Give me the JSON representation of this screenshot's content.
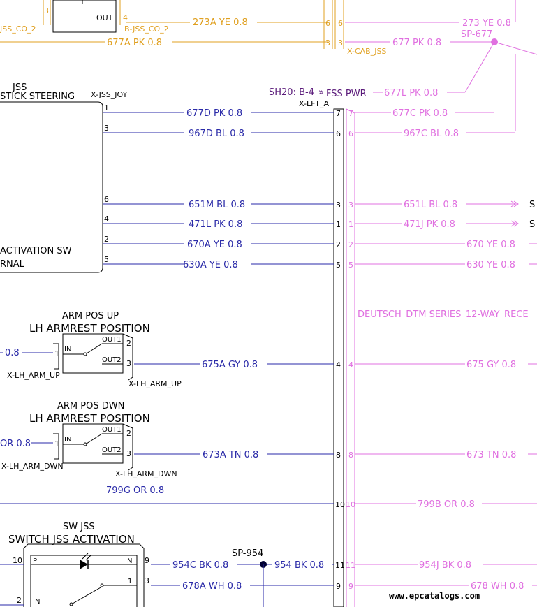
{
  "colors": {
    "blue_wire": "#2a2aa8",
    "pink_wire": "#e070e0",
    "orange_wire": "#e0a020",
    "black": "#000000",
    "sheet_ref": "#5a1a7a"
  },
  "top": {
    "pin_left_3": "3",
    "out_label": "OUT",
    "pin_4": "4",
    "jss_co_2": "JSS_CO_2",
    "b_jss_co_2": "B-JSS_CO_2",
    "wire_273A": "273A  YE  0.8",
    "wire_677A": "677A  PK  0.8",
    "cab_pin_6a": "6",
    "cab_pin_6b": "6",
    "cab_pin_3a": "3",
    "cab_pin_3b": "3",
    "x_cab_jss": "X-CAB_JSS",
    "wire_677_pk": "677  PK  0.8",
    "wire_273_ye": "273  YE  0.8",
    "sp_677": "SP-677"
  },
  "jss_block": {
    "title_line1": "JSS",
    "title_line2": "STICK STEERING",
    "connector": "X-JSS_JOY",
    "activation_line1": "ACTIVATION SW",
    "activation_line2": "RNAL"
  },
  "sheet_ref": {
    "label": "SH20: B-4",
    "arrow": "»",
    "fss_pwr": "FSS PWR"
  },
  "connector_lft": {
    "name": "X-LFT_A",
    "deutsch_label": "DEUTSCH_DTM SERIES_12-WAY_RECE"
  },
  "wires": [
    {
      "jss_pin": "1",
      "blue": "677D  PK  0.8",
      "lft_pin": "7",
      "pink_pin": "7",
      "pink": "677C  PK  0.8"
    },
    {
      "jss_pin": "3",
      "blue": "967D  BL  0.8",
      "lft_pin": "6",
      "pink_pin": "6",
      "pink": "967C  BL  0.8"
    },
    {
      "jss_pin": "6",
      "blue": "651M  BL  0.8",
      "lft_pin": "3",
      "pink_pin": "3",
      "pink": "651L  BL  0.8",
      "dest": "S"
    },
    {
      "jss_pin": "4",
      "blue": "471L  PK  0.8",
      "lft_pin": "1",
      "pink_pin": "1",
      "pink": "471J  PK  0.8",
      "dest": "S"
    },
    {
      "jss_pin": "2",
      "blue": "670A  YE  0.8",
      "lft_pin": "2",
      "pink_pin": "2",
      "pink": "670  YE  0.8"
    },
    {
      "jss_pin": "5",
      "blue": "630A  YE  0.8",
      "lft_pin": "5",
      "pink_pin": "5",
      "pink": "630  YE  0.8"
    }
  ],
  "wire_677L": "677L  PK  0.8",
  "arm_up": {
    "label1": "ARM  POS  UP",
    "label2": "LH ARMREST POSITION",
    "left_wire": "0.8",
    "pin_in": "1",
    "in_label": "IN",
    "out1": "OUT1",
    "out2": "OUT2",
    "pin2": "2",
    "pin3": "3",
    "conn_left": "X-LH_ARM_UP",
    "conn_right": "X-LH_ARM_UP",
    "wire": "675A  GY  0.8",
    "lft_pin": "4",
    "pink_pin": "4",
    "pink": "675  GY  0.8"
  },
  "arm_dwn": {
    "label1": "ARM  POS  DWN",
    "label2": "LH ARMREST POSITION",
    "left_wire": "OR  0.8",
    "pin_in": "1",
    "in_label": "IN",
    "out1": "OUT1",
    "out2": "OUT2",
    "pin2": "2",
    "pin3": "3",
    "conn_left": "X-LH_ARM_DWN",
    "conn_right": "X-LH_ARM_DWN",
    "wire": "673A  TN  0.8",
    "lft_pin": "8",
    "pink_pin": "8",
    "pink": "673  TN  0.8"
  },
  "wire_799G": "799G  OR  0.8",
  "wire_799": {
    "lft_pin": "10",
    "pink_pin": "10",
    "pink": "799B  OR  0.8"
  },
  "sw_jss": {
    "label1": "SW  JSS",
    "label2": "SWITCH JSS ACTIVATION",
    "pin10": "10",
    "p_label": "P",
    "n_label": "N",
    "pin9": "9",
    "pin1": "1",
    "pin3": "3",
    "pin2": "2",
    "in_label": "IN",
    "wire_954C": "954C  BK  0.8",
    "sp_954": "SP-954",
    "wire_954": "954  BK  0.8",
    "lft_pin_11": "11",
    "pink_pin_11": "11",
    "pink_954J": "954J  BK  0.8",
    "wire_678A": "678A  WH  0.8",
    "lft_pin_9": "9",
    "pink_pin_9": "9",
    "pink_678": "678  WH  0.8"
  },
  "watermark": "www.epcatalogs.com"
}
